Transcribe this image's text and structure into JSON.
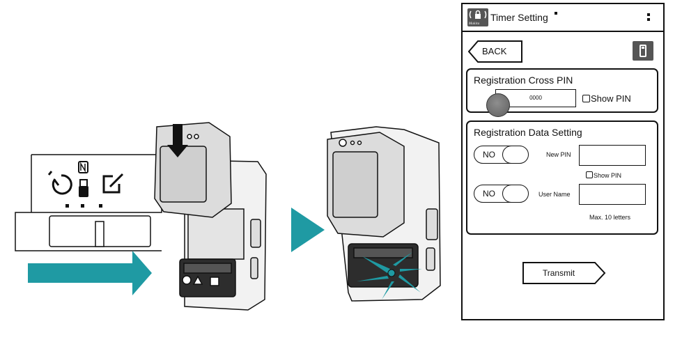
{
  "app": {
    "title": "Timer Setting",
    "logo_text": "Makita",
    "logo_icon": "lock-signal-icon",
    "menu_icon": "kebab-menu-icon",
    "device_icon": "battery-adapter-icon"
  },
  "nav": {
    "back_label": "BACK"
  },
  "cross_pin": {
    "title": "Registration Cross PIN",
    "pin_value": "0000",
    "show_pin_label": "Show PIN",
    "show_pin_checked": false
  },
  "data_setting": {
    "title": "Registration Data Setting",
    "new_pin": {
      "toggle_label": "NO",
      "field_label": "New PIN",
      "value": ""
    },
    "show_pin_label": "Show PIN",
    "user_name": {
      "toggle_label": "NO",
      "field_label": "User Name",
      "value": ""
    },
    "max_note": "Max. 10 letters"
  },
  "actions": {
    "transmit_label": "Transmit"
  },
  "colors": {
    "arrow_teal": "#1f9aa3",
    "knob_gray": "#6e6e6e",
    "ink": "#111111"
  }
}
